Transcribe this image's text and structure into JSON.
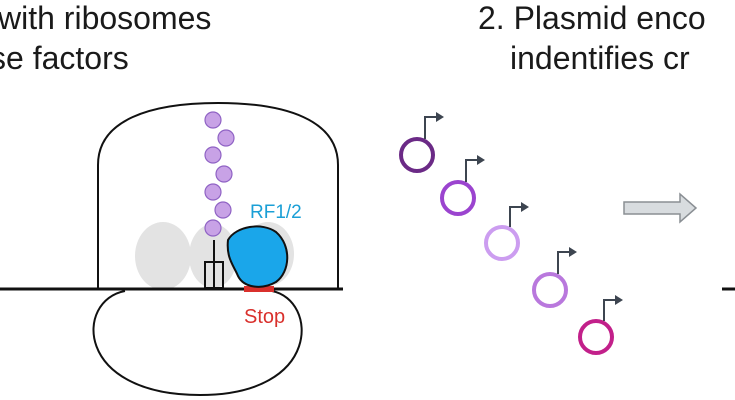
{
  "headings": {
    "panel1_line1": "with ribosomes",
    "panel1_line2": "se factors",
    "panel2_line1": "2. Plasmid enco",
    "panel2_line2": "indentifies cr"
  },
  "labels": {
    "release_factor": "RF1/2",
    "stop_codon": "Stop"
  },
  "colors": {
    "release_factor": "#1aa6ea",
    "release_factor_text": "#1a9fd6",
    "stop": "#d9302c",
    "amino_acid": "#c8a2e6",
    "amino_acid_stroke": "#8f62c4",
    "ribosome_outline": "#111111",
    "shadow_ribosome": "#e3e3e3",
    "arrow_fill": "#d8dcdf",
    "arrow_stroke": "#8a8f94",
    "promoter_arrow": "#3d4550",
    "plasmids": [
      "#6b2a86",
      "#9b44cf",
      "#cc9df0",
      "#b978dd",
      "#c2208a"
    ]
  },
  "icons": {
    "next_step": "right-arrow-icon",
    "promoter": "promoter-arrow-icon"
  }
}
